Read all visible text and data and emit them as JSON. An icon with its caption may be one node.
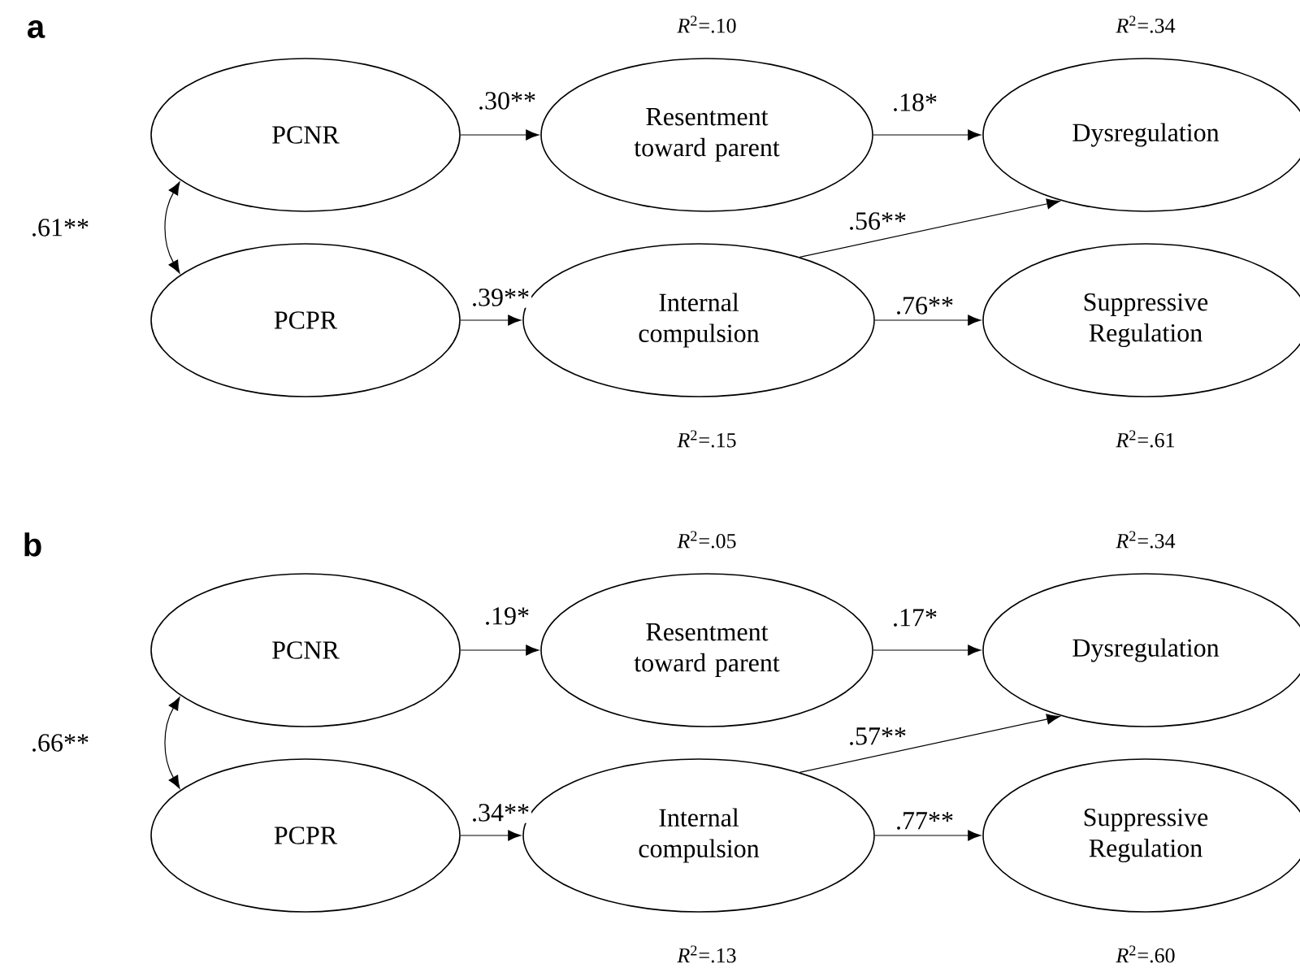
{
  "diagram": {
    "nodes": [
      {
        "text": [
          "PCNR"
        ]
      },
      {
        "text": [
          "PCPR"
        ]
      },
      {
        "text": [
          "Resentment toward parent"
        ],
        "beside": [
          "*R*$^{2}$=.10"
        ]
      },
      {
        "text": [
          "Internal compulsion"
        ],
        "beside": [
          "*R*$^{2}$=.15"
        ]
      },
      {
        "text": [
          "Dysregulation"
        ],
        "beside": [
          "*R*$^{2}$=.34"
        ]
      },
      {
        "text": [
          "Suppressive Regulation"
        ],
        "beside": [
          "*R*$^{2}$=.61"
        ]
      },
      {
        "text": [
          "PCNR"
        ]
      },
      {
        "text": [
          "PCPR"
        ]
      },
      {
        "text": [
          "Resentment toward parent"
        ],
        "beside": [
          "*R*$^{2}$=.05"
        ]
      },
      {
        "text": [
          "Internal compulsion"
        ],
        "beside": [
          "*R*$^{2}$=.13"
        ]
      },
      {
        "text": [
          "Dysregulation"
        ],
        "beside": [
          "*R*$^{2}$=.34"
        ]
      },
      {
        "text": [
          "Suppressive Regulation"
        ],
        "beside": [
          "*R*$^{2}$=.60"
        ]
      }
    ],
    "edges": [
      {
        "from": 0,
        "to": 1,
        "arrow": "both",
        "label": ".61**"
      },
      {
        "from": 0,
        "to": 2,
        "arrow": "to",
        "label": ".30**"
      },
      {
        "from": 1,
        "to": 3,
        "arrow": "to",
        "label": ".39**"
      },
      {
        "from": 2,
        "to": 4,
        "arrow": "to",
        "label": ".18*"
      },
      {
        "from": 3,
        "to": 4,
        "arrow": "to",
        "label": ".56**"
      },
      {
        "from": 3,
        "to": 5,
        "arrow": "to",
        "label": ".76**"
      },
      {
        "from": 6,
        "to": 7,
        "arrow": "both",
        "label": ".66**"
      },
      {
        "from": 6,
        "to": 8,
        "arrow": "to",
        "label": ".19*"
      },
      {
        "from": 7,
        "to": 9,
        "arrow": "to",
        "label": ".34**"
      },
      {
        "from": 8,
        "to": 10,
        "arrow": "to",
        "label": ".17*"
      },
      {
        "from": 9,
        "to": 10,
        "arrow": "to",
        "label": ".57**"
      },
      {
        "from": 9,
        "to": 11,
        "arrow": "to",
        "label": ".77**"
      }
    ],
    "labels": [
      "a",
      "b"
    ]
  }
}
